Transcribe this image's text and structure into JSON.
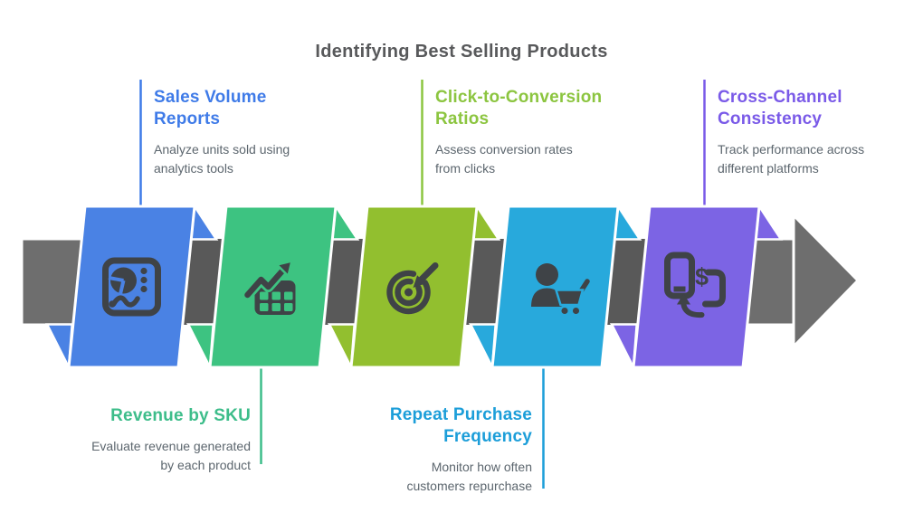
{
  "title": {
    "text": "Identifying Best Selling Products",
    "color": "#58595B"
  },
  "arrow": {
    "color": "#6E6E6E",
    "shadow_color": "#595959",
    "outline_color": "#FFFFFF"
  },
  "description_color": "#5C666E",
  "icon_color": "#3F4347",
  "steps": [
    {
      "label": "Sales Volume Reports",
      "label_lines": [
        "Sales Volume",
        "Reports"
      ],
      "description_lines": [
        "Analyze units sold using",
        "analytics tools"
      ],
      "color": "#4A82E4",
      "label_color": "#3F7BE8",
      "icon": "dashboard-analytics-icon",
      "label_position": "top"
    },
    {
      "label": "Revenue by SKU",
      "label_lines": [
        "Revenue by SKU"
      ],
      "description_lines": [
        "Evaluate revenue generated",
        "by each product"
      ],
      "color": "#3DC381",
      "label_color": "#3DBD8A",
      "icon": "revenue-table-growth-icon",
      "label_position": "bottom"
    },
    {
      "label": "Click-to-Conversion Ratios",
      "label_lines": [
        "Click-to-Conversion",
        "Ratios"
      ],
      "description_lines": [
        "Assess conversion rates",
        "from clicks"
      ],
      "color": "#92BF2F",
      "label_color": "#8CC540",
      "icon": "click-target-icon",
      "label_position": "top"
    },
    {
      "label": "Repeat Purchase Frequency",
      "label_lines": [
        "Repeat Purchase",
        "Frequency"
      ],
      "description_lines": [
        "Monitor how often",
        "customers repurchase"
      ],
      "color": "#28A9DC",
      "label_color": "#1C9ED9",
      "icon": "repeat-customer-cart-icon",
      "label_position": "bottom"
    },
    {
      "label": "Cross-Channel Consistency",
      "label_lines": [
        "Cross-Channel",
        "Consistency"
      ],
      "description_lines": [
        "Track performance across",
        "different platforms"
      ],
      "color": "#7C64E4",
      "label_color": "#7A5AE8",
      "icon": "cross-channel-sync-icon",
      "icon_text": "$",
      "label_position": "top"
    }
  ]
}
